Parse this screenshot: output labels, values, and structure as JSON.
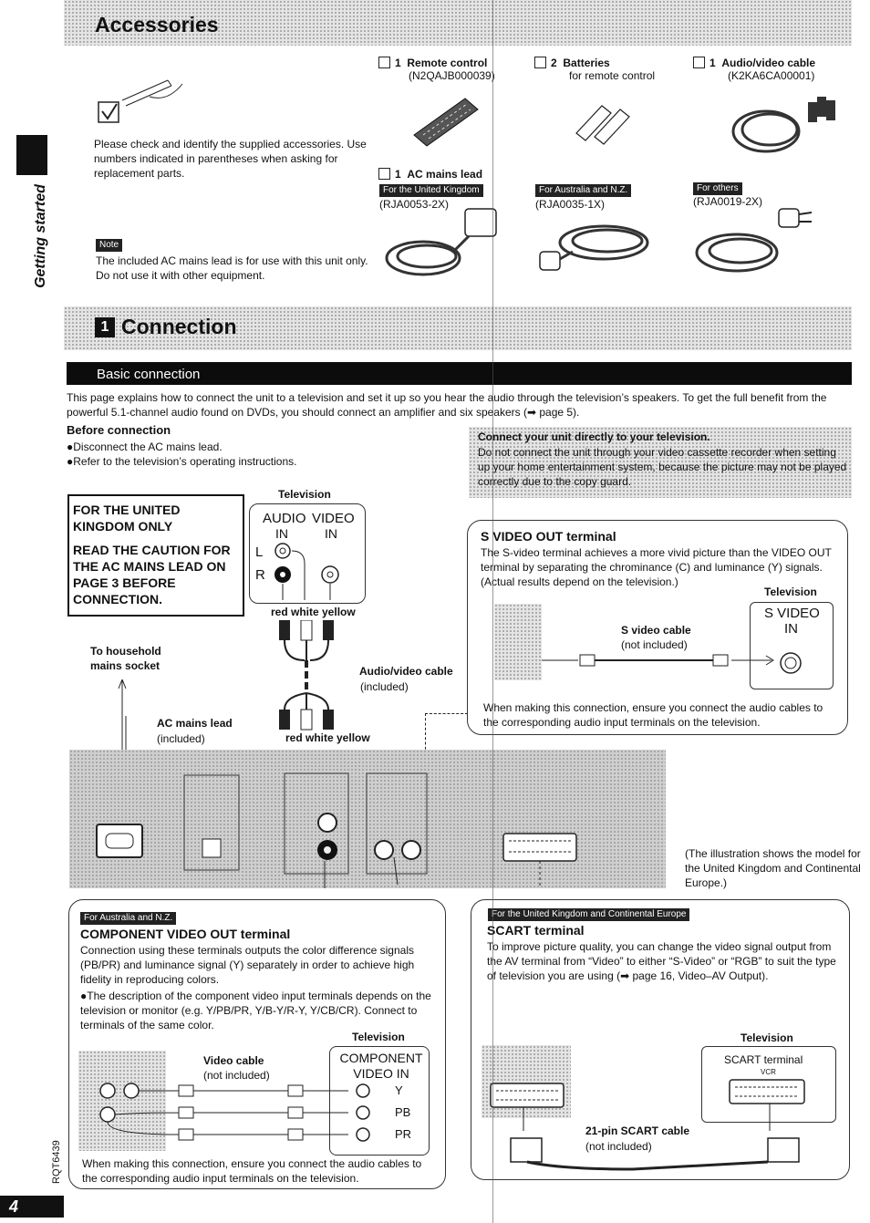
{
  "accessories": {
    "heading": "Accessories",
    "intro": "Please check and identify the supplied accessories. Use numbers indicated in parentheses when asking for replacement parts.",
    "note_tag": "Note",
    "note_text": "The included AC mains lead is for use with this unit only. Do not use it with other equipment.",
    "items": [
      {
        "qty": "1",
        "name": "Remote control",
        "code": "(N2QAJB000039)"
      },
      {
        "qty": "2",
        "name": "Batteries",
        "code": "for remote control"
      },
      {
        "qty": "1",
        "name": "Audio/video cable",
        "code": "(K2KA6CA00001)"
      },
      {
        "qty": "1",
        "name": "AC mains lead",
        "code": ""
      }
    ],
    "leads": [
      {
        "region": "For the United Kingdom",
        "code": "(RJA0053-2X)"
      },
      {
        "region": "For Australia and N.Z.",
        "code": "(RJA0035-1X)"
      },
      {
        "region": "For others",
        "code": "(RJA0019-2X)"
      }
    ]
  },
  "side_tab": "Getting started",
  "connection": {
    "number": "1",
    "heading": "Connection",
    "subheading": "Basic connection",
    "intro": "This page explains how to connect the unit to a television and set it up so you hear the audio through the television’s speakers. To get the full benefit from the powerful 5.1-channel audio found on DVDs, you should connect an amplifier and six speakers (➡ page 5).",
    "before_title": "Before connection",
    "before_items": [
      "●Disconnect the AC mains lead.",
      "●Refer to the television’s operating instructions."
    ],
    "direct_title": "Connect your unit directly to your television.",
    "direct_text": "Do not connect the unit through your video cassette recorder when setting up your home entertainment system, because the picture may not be played correctly due to the copy guard.",
    "uk_box": [
      "FOR THE UNITED KINGDOM ONLY",
      "READ THE CAUTION FOR THE AC MAINS LEAD ON PAGE 3 BEFORE CONNECTION."
    ]
  },
  "diagram": {
    "television": "Television",
    "audio": "AUDIO",
    "video": "VIDEO",
    "in": "IN",
    "l": "L",
    "r": "R",
    "colors_top": "red white yellow",
    "colors_bottom": "red white yellow",
    "av_cable": "Audio/video cable",
    "included": "(included)",
    "household": "To household mains socket",
    "ac_lead": "AC mains lead",
    "ac_included": "(included)",
    "illustration_note": "(The illustration shows the model for the United Kingdom and Continental Europe.)"
  },
  "svideo": {
    "title": "S VIDEO OUT terminal",
    "text": "The S-video terminal achieves a more vivid picture than the VIDEO OUT terminal by separating the chrominance (C) and luminance (Y) signals. (Actual results depend on the television.)",
    "television": "Television",
    "port": "S VIDEO",
    "in": "IN",
    "cable": "S video cable",
    "not_included": "(not included)",
    "note": "When making this connection, ensure you connect the audio cables to the corresponding audio input terminals on the television."
  },
  "component": {
    "region": "For Australia and N.Z.",
    "title": "COMPONENT VIDEO OUT terminal",
    "text1": "Connection using these terminals outputs the color difference signals (PB/PR) and luminance signal (Y) separately in order to achieve high fidelity in reproducing colors.",
    "text2": "●The description of the component video input terminals depends on the television or monitor (e.g. Y/PB/PR, Y/B-Y/R-Y, Y/CB/CR). Connect to terminals of the same color.",
    "television": "Television",
    "port": "COMPONENT VIDEO IN",
    "y": "Y",
    "pb": "PB",
    "pr": "PR",
    "cable": "Video cable",
    "not_included": "(not included)",
    "note": "When making this connection, ensure you connect the audio cables to the corresponding audio input terminals on the television."
  },
  "scart": {
    "region": "For the United Kingdom and Continental Europe",
    "title": "SCART terminal",
    "text": "To improve picture quality, you can change the video signal output from the AV terminal from “Video” to either “S-Video” or “RGB” to suit the type of television you are using (➡ page 16, Video–AV Output).",
    "television": "Television",
    "port": "SCART terminal",
    "vcr": "VCR",
    "cable": "21-pin SCART cable",
    "not_included": "(not included)"
  },
  "footer": {
    "code": "RQT6439",
    "page": "4"
  }
}
